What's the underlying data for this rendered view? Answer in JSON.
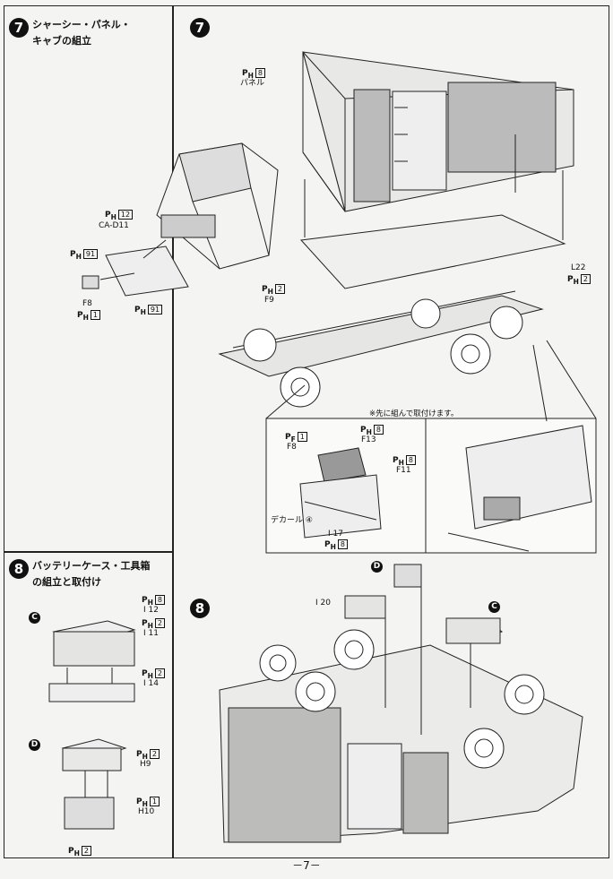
{
  "step7_left": {
    "number": "7",
    "title_line1": "シャーシー・パネル・",
    "title_line2": "キャブの組立"
  },
  "step7_right": {
    "number": "7"
  },
  "step8_left": {
    "number": "8",
    "title_line1": "バッテリーケース・工具箱",
    "title_line2": "の組立と取付け"
  },
  "step8_right": {
    "number": "8"
  },
  "labels": {
    "panel_code": "P",
    "panel_sub": "H",
    "panel_num": "8",
    "panel_name": "パネル",
    "cab_code_num": "12",
    "cab_name": "CA-D11",
    "p91_a": "91",
    "p91_b": "91",
    "f8_name": "F8",
    "f8_num": "1",
    "f9_num": "2",
    "f9_name": "F9",
    "l22_name": "L22",
    "l22_num": "2",
    "note": "※先に組んで取付けます。",
    "inset_p1": "1",
    "inset_f8": "F8",
    "inset_p8a": "8",
    "inset_f13": "F13",
    "inset_p8b": "8",
    "inset_f11": "F11",
    "decal": "デカール ④",
    "i17_name": "I 17",
    "i17_num": "8",
    "c_mark": "C",
    "d_mark": "D",
    "i12_num": "8",
    "i12_name": "I 12",
    "i11_num": "2",
    "i11_name": "I 11",
    "i14_num": "2",
    "i14_name": "I 14",
    "h9_num": "2",
    "h9_name": "H9",
    "h10_num": "1",
    "h10_name": "H10",
    "bottom_num": "2",
    "i20_name": "I 20"
  },
  "page_number": "－7－"
}
